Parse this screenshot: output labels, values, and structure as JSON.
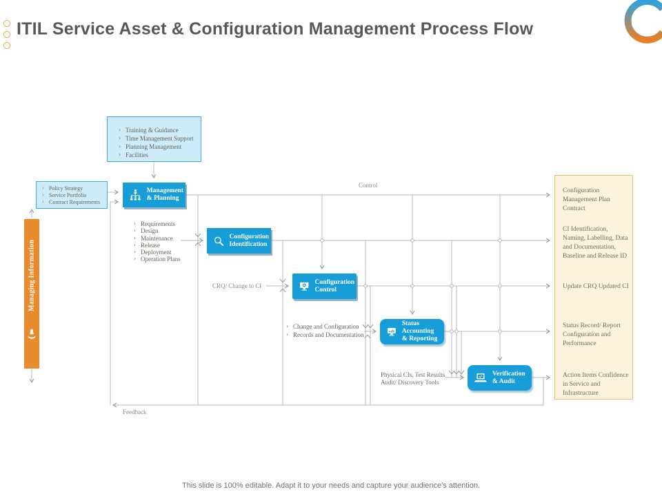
{
  "title": "ITIL Service Asset & Configuration Management Process Flow",
  "footer": "This slide is 100% editable. Adapt it to your needs and capture your audience's attention.",
  "colors": {
    "accent_blue": "#179ED9",
    "accent_orange": "#E98B2D",
    "panel_bg": "#FCF3DC",
    "panel_border": "#E2BE7C",
    "light_blue_bg": "#CDEBF9",
    "line_gray": "#B8B8B8"
  },
  "sidebar": {
    "label": "Managing Information",
    "icon": "person-in-hand-icon"
  },
  "inputs": {
    "training": {
      "items": [
        "Training & Guidance",
        "Time Management Support",
        "Planning Management",
        "Facilities"
      ]
    },
    "policy": {
      "items": [
        "Policy Strategy",
        "Service Portfolio",
        "Contract Requirements"
      ]
    },
    "requirements": {
      "items": [
        "Requirements",
        "Design",
        "Maintenance",
        "Release",
        "Deployment",
        "Operation Plans"
      ]
    },
    "change": {
      "items": [
        "Change and Configuration",
        "Records and Documentation"
      ]
    },
    "physical": {
      "lines": [
        "Physical CIs, Test Results",
        "Audit/ Discovery Tools"
      ]
    },
    "crq_label": "CRQ/ Change to CI"
  },
  "process": {
    "boxes": [
      {
        "id": "management-planning",
        "line1": "Management",
        "line2": "& Planning",
        "icon": "org-chart-icon"
      },
      {
        "id": "configuration-identification",
        "line1": "Configuration",
        "line2": "Identification",
        "icon": "magnifier-icon"
      },
      {
        "id": "configuration-control",
        "line1": "Configuration",
        "line2": "Control",
        "icon": "monitor-gear-icon"
      },
      {
        "id": "status-accounting-reporting",
        "line1": "Status Accounting",
        "line2": "& Reporting",
        "icon": "monitor-chart-icon"
      },
      {
        "id": "verification-audit",
        "line1": "Verification",
        "line2": "& Audit",
        "icon": "laptop-icon"
      }
    ],
    "flow_labels": {
      "control": "Control",
      "feedback": "Feedback"
    }
  },
  "outputs": {
    "items": [
      "Configuration Management Plan Contract",
      "CI Identification, Naming, Labelling, Data and Documentation, Baseline and Release ID",
      "Update CRQ Updated CI",
      "Status Record/ Report Configuration and Performance",
      "Action Items Confidence in Service and Infrastructure"
    ]
  }
}
